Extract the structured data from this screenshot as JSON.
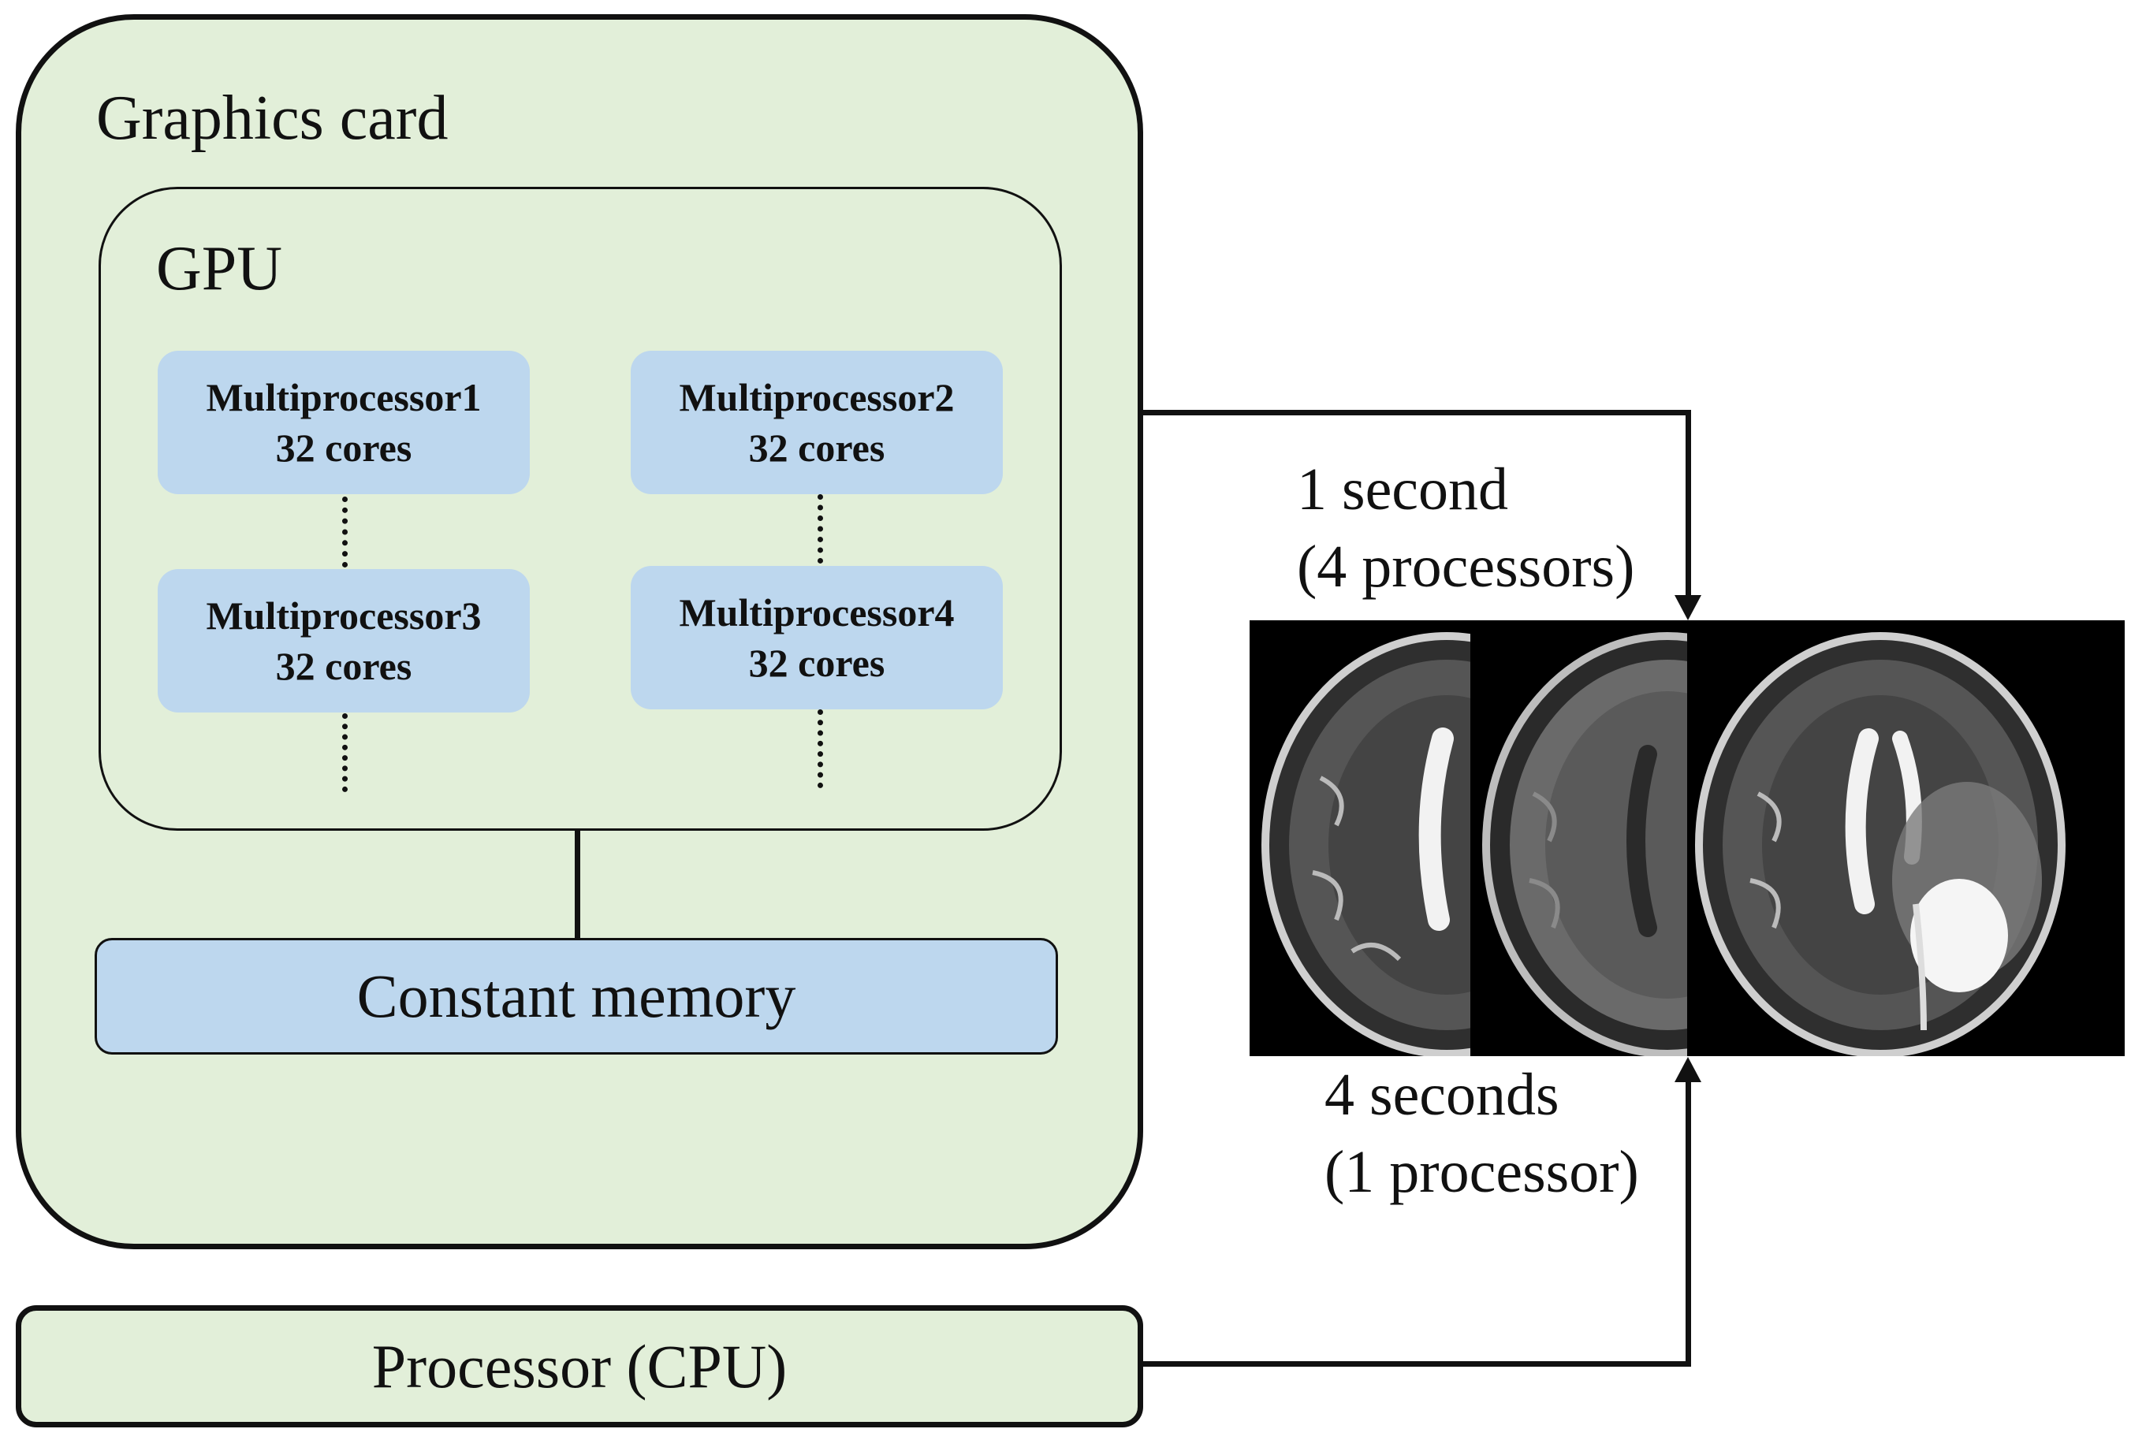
{
  "graphics_card": {
    "title": "Graphics card"
  },
  "gpu": {
    "title": "GPU",
    "multiprocessors": [
      {
        "name": "Multiprocessor1",
        "cores": "32 cores"
      },
      {
        "name": "Multiprocessor2",
        "cores": "32 cores"
      },
      {
        "name": "Multiprocessor3",
        "cores": "32 cores"
      },
      {
        "name": "Multiprocessor4",
        "cores": "32 cores"
      }
    ]
  },
  "constant_memory": {
    "label": "Constant memory"
  },
  "cpu": {
    "label": "Processor (CPU)"
  },
  "gpu_timing": {
    "time": "1 second",
    "processors": "(4 processors)"
  },
  "cpu_timing": {
    "time": "4 seconds",
    "processors": "(1 processor)"
  },
  "colors": {
    "card_fill": "#e2efd9",
    "block_fill": "#bdd7ee",
    "line": "#111111"
  },
  "images": [
    {
      "name": "mri-scan-left"
    },
    {
      "name": "mri-scan-middle"
    },
    {
      "name": "mri-scan-right"
    }
  ]
}
